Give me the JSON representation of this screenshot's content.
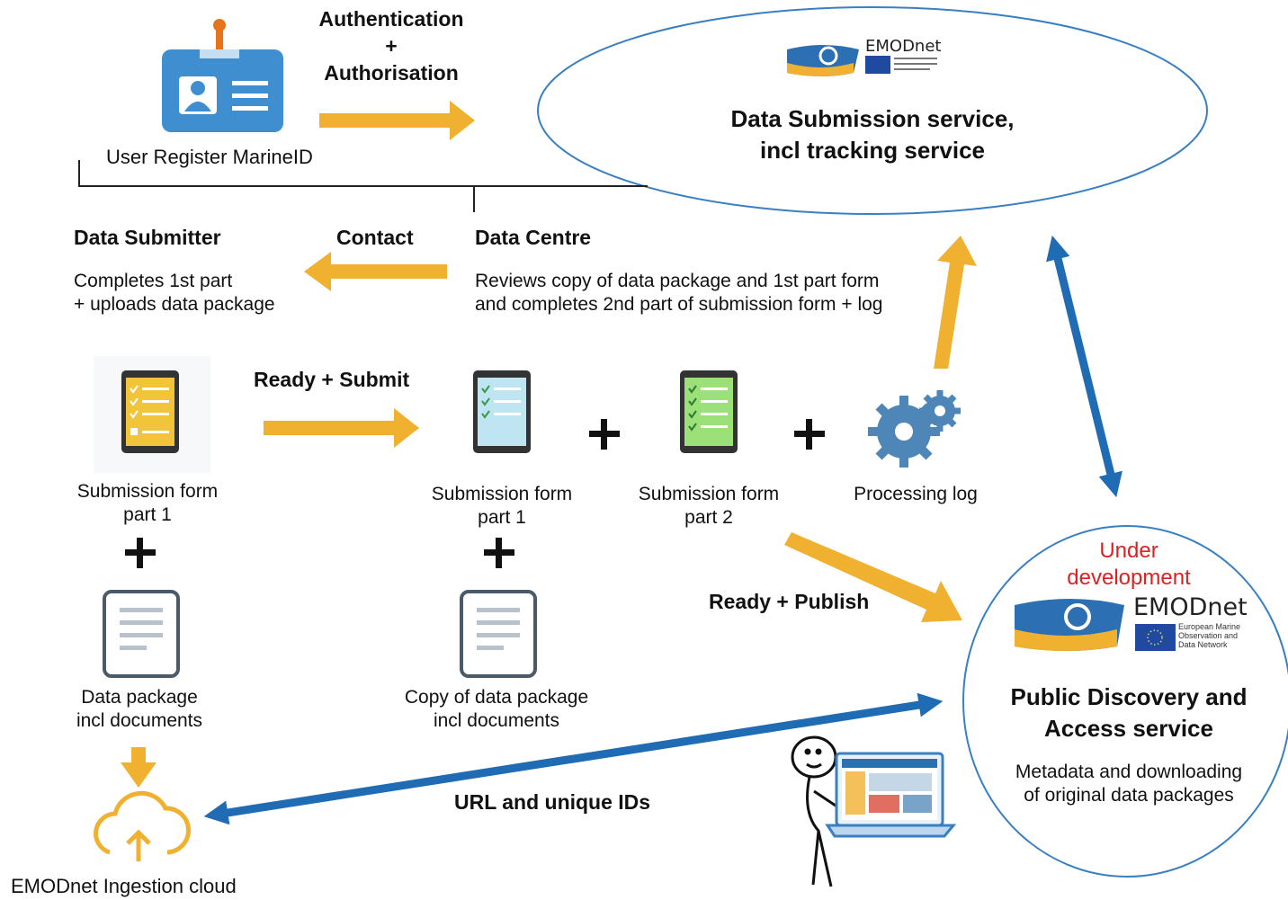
{
  "auth": {
    "line1": "Authentication",
    "plus": "+",
    "line2": "Authorisation"
  },
  "user_register": "User Register MarineID",
  "submission_service": {
    "logo_text": "EMODnet",
    "title_line1": "Data Submission service,",
    "title_line2": "incl tracking service"
  },
  "data_submitter": {
    "heading": "Data Submitter",
    "desc_line1": "Completes 1st part",
    "desc_line2": "+ uploads data package"
  },
  "contact": "Contact",
  "data_centre": {
    "heading": "Data Centre",
    "desc_line1": "Reviews copy of data package and 1st part form",
    "desc_line2": "and completes 2nd part of submission form + log"
  },
  "ready_submit": "Ready + Submit",
  "ready_publish": "Ready + Publish",
  "url_ids": "URL and unique IDs",
  "items": {
    "form1_left": [
      "Submission form",
      "part 1"
    ],
    "form1_mid": [
      "Submission form",
      "part 1"
    ],
    "form2": [
      "Submission form",
      "part 2"
    ],
    "processing_log": "Processing log",
    "data_package": [
      "Data package",
      "incl documents"
    ],
    "copy_package": [
      "Copy of data package",
      "incl documents"
    ],
    "ingestion_cloud": "EMODnet Ingestion cloud"
  },
  "discovery_service": {
    "status_line1": "Under",
    "status_line2": "development",
    "logo_text": "EMODnet",
    "logo_subtext": [
      "European Marine",
      "Observation and",
      "Data Network"
    ],
    "title_line1": "Public Discovery and",
    "title_line2": "Access service",
    "desc_line1": "Metadata and downloading",
    "desc_line2": "of original data packages"
  },
  "plus_sign": "+",
  "colors": {
    "orange_arrow": "#f0b030",
    "blue_arrow": "#1f6cb5",
    "ellipse_stroke": "#3a7fc1",
    "red_text": "#e02020",
    "tablet_frame": "#333333"
  }
}
